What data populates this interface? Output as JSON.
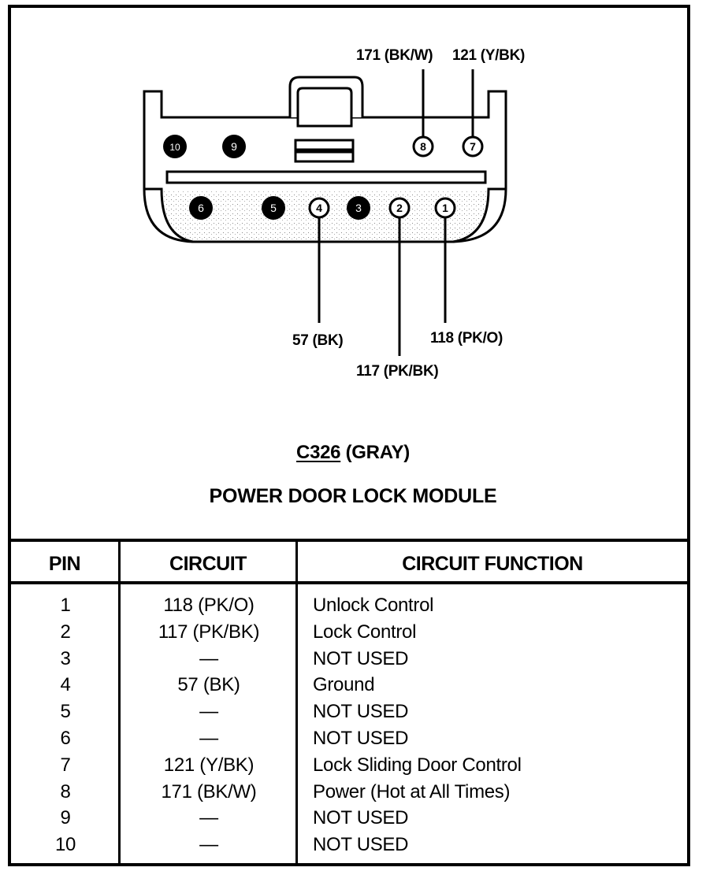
{
  "connector": {
    "id": "C326",
    "color_label": "(GRAY)",
    "module_name": "POWER DOOR LOCK MODULE",
    "pins": [
      {
        "number": "1",
        "used": true
      },
      {
        "number": "2",
        "used": true
      },
      {
        "number": "3",
        "used": false
      },
      {
        "number": "4",
        "used": true
      },
      {
        "number": "5",
        "used": false
      },
      {
        "number": "6",
        "used": false
      },
      {
        "number": "7",
        "used": true
      },
      {
        "number": "8",
        "used": true
      },
      {
        "number": "9",
        "used": false
      },
      {
        "number": "10",
        "used": false
      }
    ],
    "callouts": {
      "pin8": "171 (BK/W)",
      "pin7": "121 (Y/BK)",
      "pin4": "57 (BK)",
      "pin2": "117 (PK/BK)",
      "pin1": "118 (PK/O)"
    }
  },
  "table": {
    "headers": {
      "pin": "PIN",
      "circuit": "CIRCUIT",
      "function": "CIRCUIT FUNCTION"
    },
    "rows": [
      {
        "pin": "1",
        "circuit": "118 (PK/O)",
        "function": "Unlock Control"
      },
      {
        "pin": "2",
        "circuit": "117 (PK/BK)",
        "function": "Lock Control"
      },
      {
        "pin": "3",
        "circuit": "—",
        "function": "NOT USED"
      },
      {
        "pin": "4",
        "circuit": "57 (BK)",
        "function": "Ground"
      },
      {
        "pin": "5",
        "circuit": "—",
        "function": "NOT USED"
      },
      {
        "pin": "6",
        "circuit": "—",
        "function": "NOT USED"
      },
      {
        "pin": "7",
        "circuit": "121 (Y/BK)",
        "function": "Lock Sliding Door Control"
      },
      {
        "pin": "8",
        "circuit": "171 (BK/W)",
        "function": "Power (Hot at All Times)"
      },
      {
        "pin": "9",
        "circuit": "—",
        "function": "NOT USED"
      },
      {
        "pin": "10",
        "circuit": "—",
        "function": "NOT USED"
      }
    ]
  },
  "colors": {
    "ink": "#000000",
    "paper": "#ffffff",
    "stipple": "#b0b0b0"
  }
}
